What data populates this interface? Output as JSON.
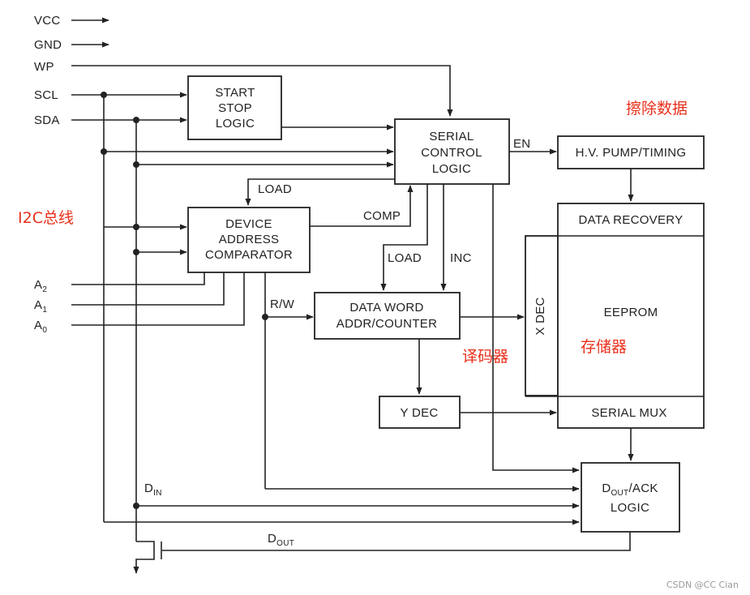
{
  "pins": {
    "vcc": "VCC",
    "gnd": "GND",
    "wp": "WP",
    "scl": "SCL",
    "sda": "SDA",
    "a2": "A",
    "a2_sub": "2",
    "a1": "A",
    "a1_sub": "1",
    "a0": "A",
    "a0_sub": "0"
  },
  "blocks": {
    "start_stop": [
      "START",
      "STOP",
      "LOGIC"
    ],
    "serial_control": [
      "SERIAL",
      "CONTROL",
      "LOGIC"
    ],
    "hv_pump": "H.V. PUMP/TIMING",
    "device_address": [
      "DEVICE",
      "ADDRESS",
      "COMPARATOR"
    ],
    "data_recovery": "DATA RECOVERY",
    "eeprom": "EEPROM",
    "x_dec": "X DEC",
    "data_word": [
      "DATA WORD",
      "ADDR/COUNTER"
    ],
    "y_dec": "Y DEC",
    "serial_mux": "SERIAL MUX",
    "dout_ack": {
      "line1_main": "D",
      "line1_sub": "OUT",
      "line1_rest": "/ACK",
      "line2": "LOGIC"
    }
  },
  "signals": {
    "en": "EN",
    "load1": "LOAD",
    "comp": "COMP",
    "load2": "LOAD",
    "inc": "INC",
    "rw": "R/W",
    "din_main": "D",
    "din_sub": "IN",
    "dout_main": "D",
    "dout_sub": "OUT"
  },
  "annotations": {
    "erase": "擦除数据",
    "i2c": "I2C总线",
    "decoder": "译码器",
    "storage": "存储器"
  },
  "footer": "CSDN @CC Cian",
  "colors": {
    "line": "#222222",
    "annotation": "#e8301c",
    "footer": "#999999"
  }
}
